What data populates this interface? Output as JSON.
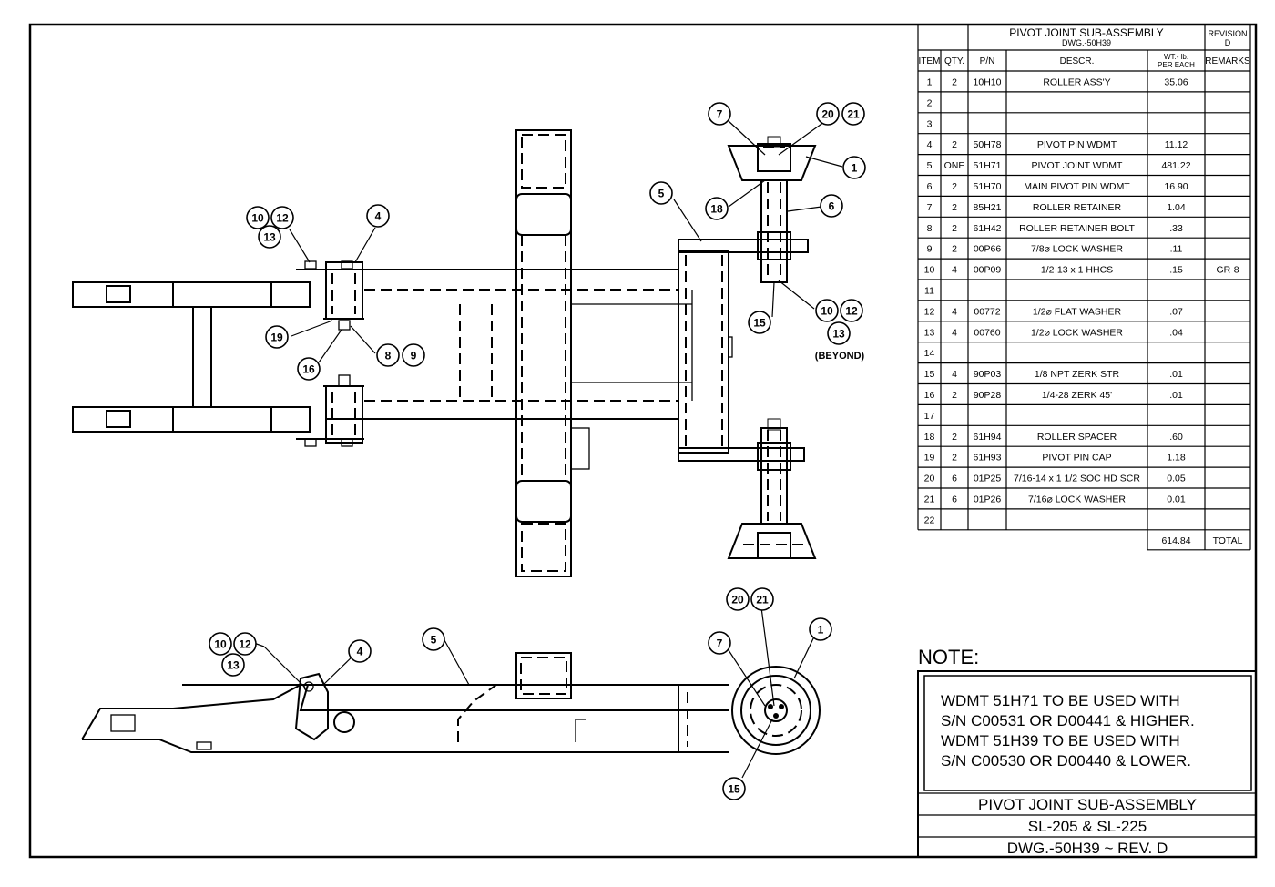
{
  "bom": {
    "title": "PIVOT JOINT SUB-ASSEMBLY",
    "subtitle": "DWG.-50H39",
    "revision_label": "REVISION",
    "revision_value": "D",
    "headers": {
      "item": "ITEM",
      "qty": "QTY.",
      "pn": "P/N",
      "descr": "DESCR.",
      "wt_line1": "WT.- lb.",
      "wt_line2": "PER EACH",
      "remarks": "REMARKS"
    },
    "rows": [
      {
        "item": "1",
        "qty": "2",
        "pn": "10H10",
        "descr": "ROLLER ASS'Y",
        "wt": "35.06",
        "remarks": ""
      },
      {
        "item": "2",
        "qty": "",
        "pn": "",
        "descr": "",
        "wt": "",
        "remarks": ""
      },
      {
        "item": "3",
        "qty": "",
        "pn": "",
        "descr": "",
        "wt": "",
        "remarks": ""
      },
      {
        "item": "4",
        "qty": "2",
        "pn": "50H78",
        "descr": "PIVOT PIN WDMT",
        "wt": "11.12",
        "remarks": ""
      },
      {
        "item": "5",
        "qty": "ONE",
        "pn": "51H71",
        "descr": "PIVOT JOINT WDMT",
        "wt": "481.22",
        "remarks": ""
      },
      {
        "item": "6",
        "qty": "2",
        "pn": "51H70",
        "descr": "MAIN PIVOT PIN WDMT",
        "wt": "16.90",
        "remarks": ""
      },
      {
        "item": "7",
        "qty": "2",
        "pn": "85H21",
        "descr": "ROLLER RETAINER",
        "wt": "1.04",
        "remarks": ""
      },
      {
        "item": "8",
        "qty": "2",
        "pn": "61H42",
        "descr": "ROLLER RETAINER BOLT",
        "wt": ".33",
        "remarks": ""
      },
      {
        "item": "9",
        "qty": "2",
        "pn": "00P66",
        "descr": "7/8⌀ LOCK WASHER",
        "wt": ".11",
        "remarks": ""
      },
      {
        "item": "10",
        "qty": "4",
        "pn": "00P09",
        "descr": "1/2-13 x 1 HHCS",
        "wt": ".15",
        "remarks": "GR-8"
      },
      {
        "item": "11",
        "qty": "",
        "pn": "",
        "descr": "",
        "wt": "",
        "remarks": ""
      },
      {
        "item": "12",
        "qty": "4",
        "pn": "00772",
        "descr": "1/2⌀ FLAT WASHER",
        "wt": ".07",
        "remarks": ""
      },
      {
        "item": "13",
        "qty": "4",
        "pn": "00760",
        "descr": "1/2⌀ LOCK WASHER",
        "wt": ".04",
        "remarks": ""
      },
      {
        "item": "14",
        "qty": "",
        "pn": "",
        "descr": "",
        "wt": "",
        "remarks": ""
      },
      {
        "item": "15",
        "qty": "4",
        "pn": "90P03",
        "descr": "1/8 NPT ZERK STR",
        "wt": ".01",
        "remarks": ""
      },
      {
        "item": "16",
        "qty": "2",
        "pn": "90P28",
        "descr": "1/4-28 ZERK 45'",
        "wt": ".01",
        "remarks": ""
      },
      {
        "item": "17",
        "qty": "",
        "pn": "",
        "descr": "",
        "wt": "",
        "remarks": ""
      },
      {
        "item": "18",
        "qty": "2",
        "pn": "61H94",
        "descr": "ROLLER SPACER",
        "wt": ".60",
        "remarks": ""
      },
      {
        "item": "19",
        "qty": "2",
        "pn": "61H93",
        "descr": "PIVOT PIN CAP",
        "wt": "1.18",
        "remarks": ""
      },
      {
        "item": "20",
        "qty": "6",
        "pn": "01P25",
        "descr": "7/16-14 x 1 1/2 SOC HD SCR",
        "wt": "0.05",
        "remarks": ""
      },
      {
        "item": "21",
        "qty": "6",
        "pn": "01P26",
        "descr": "7/16⌀ LOCK WASHER",
        "wt": "0.01",
        "remarks": ""
      },
      {
        "item": "22",
        "qty": "",
        "pn": "",
        "descr": "",
        "wt": "",
        "remarks": ""
      }
    ],
    "total_value": "614.84",
    "total_label": "TOTAL"
  },
  "note": {
    "heading": "NOTE:",
    "lines": [
      "WDMT 51H71 TO BE USED WITH",
      "S/N C00531 OR D00441 & HIGHER.",
      "WDMT 51H39 TO BE USED WITH",
      "S/N C00530 OR D00440 & LOWER."
    ]
  },
  "title_block": {
    "line1": "PIVOT JOINT SUB-ASSEMBLY",
    "line2": "SL-205 & SL-225",
    "line3": "DWG.-50H39 ~ REV. D"
  },
  "balloons": {
    "top_view": [
      "7",
      "20",
      "21",
      "1",
      "5",
      "6",
      "18",
      "10",
      "12",
      "13",
      "4",
      "19",
      "8",
      "9",
      "16",
      "15",
      "10",
      "12",
      "13"
    ],
    "beyond_label": "(BEYOND)",
    "side_view": [
      "10",
      "12",
      "13",
      "4",
      "5",
      "20",
      "21",
      "7",
      "1",
      "15"
    ]
  }
}
